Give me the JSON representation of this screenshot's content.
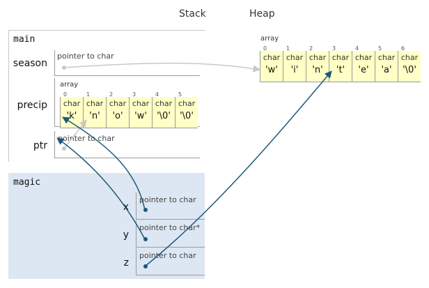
{
  "headers": {
    "stack": "Stack",
    "heap": "Heap"
  },
  "colors": {
    "frame_bg_main": "#ffffff",
    "frame_bg_magic": "#dde7f3",
    "cell_bg": "#ffffc6",
    "arrow_active": "#1d5878",
    "arrow_inactive": "#c8c8c8"
  },
  "frames": [
    {
      "name": "main",
      "variables": [
        {
          "name": "season",
          "kind": "pointer",
          "type_label": "pointer to char",
          "active": false
        },
        {
          "name": "precip",
          "kind": "array",
          "array_label": "array",
          "cells": [
            {
              "index": "0",
              "type": "char",
              "value": "'k'"
            },
            {
              "index": "1",
              "type": "char",
              "value": "'n'"
            },
            {
              "index": "2",
              "type": "char",
              "value": "'o'"
            },
            {
              "index": "3",
              "type": "char",
              "value": "'w'"
            },
            {
              "index": "4",
              "type": "char",
              "value": "'\\0'"
            },
            {
              "index": "5",
              "type": "char",
              "value": "'\\0'"
            }
          ]
        },
        {
          "name": "ptr",
          "kind": "pointer",
          "type_label": "pointer to char",
          "active": false
        }
      ]
    },
    {
      "name": "magic",
      "variables": [
        {
          "name": "x",
          "kind": "pointer",
          "type_label": "pointer to char",
          "active": true
        },
        {
          "name": "y",
          "kind": "pointer",
          "type_label": "pointer to char*",
          "active": true
        },
        {
          "name": "z",
          "kind": "pointer",
          "type_label": "pointer to char",
          "active": true
        }
      ]
    }
  ],
  "heap": [
    {
      "array_label": "array",
      "cells": [
        {
          "index": "0",
          "type": "char",
          "value": "'w'"
        },
        {
          "index": "1",
          "type": "char",
          "value": "'i'"
        },
        {
          "index": "2",
          "type": "char",
          "value": "'n'"
        },
        {
          "index": "3",
          "type": "char",
          "value": "'t'"
        },
        {
          "index": "4",
          "type": "char",
          "value": "'e'"
        },
        {
          "index": "5",
          "type": "char",
          "value": "'a'"
        },
        {
          "index": "6",
          "type": "char",
          "value": "'\\0'"
        }
      ]
    }
  ]
}
